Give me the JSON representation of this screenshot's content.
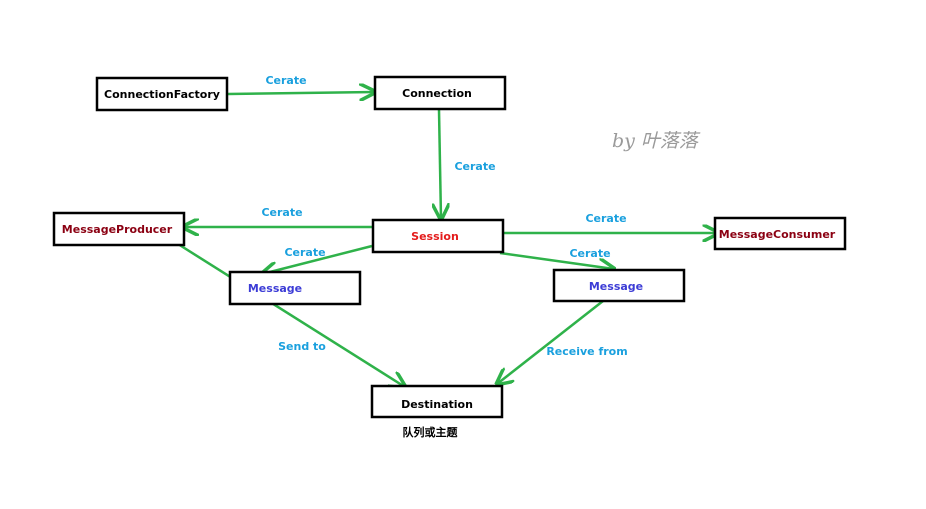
{
  "colors": {
    "arrow": "#2fb24a",
    "label": "#1aa0de",
    "node_border": "#000000",
    "default_text": "#000000",
    "red_text": "#e41b1b",
    "maroon_text": "#8b0012",
    "blue_text": "#3c3cd6",
    "watermark": "#9a9a9a"
  },
  "nodes": {
    "connection_factory": "ConnectionFactory",
    "connection": "Connection",
    "session": "Session",
    "message_producer": "MessageProducer",
    "message_consumer": "MessageConsumer",
    "message_left": "Message",
    "message_right": "Message",
    "destination": "Destination"
  },
  "edges": {
    "factory_to_connection": "Cerate",
    "connection_to_session": "Cerate",
    "session_to_producer": "Cerate",
    "session_to_message_left": "Cerate",
    "session_to_consumer": "Cerate",
    "session_to_message_right": "Cerate",
    "producer_to_destination": "Send to",
    "message_right_to_destination": "Receive from"
  },
  "destination_caption": "队列或主题",
  "watermark": "by 叶落落"
}
